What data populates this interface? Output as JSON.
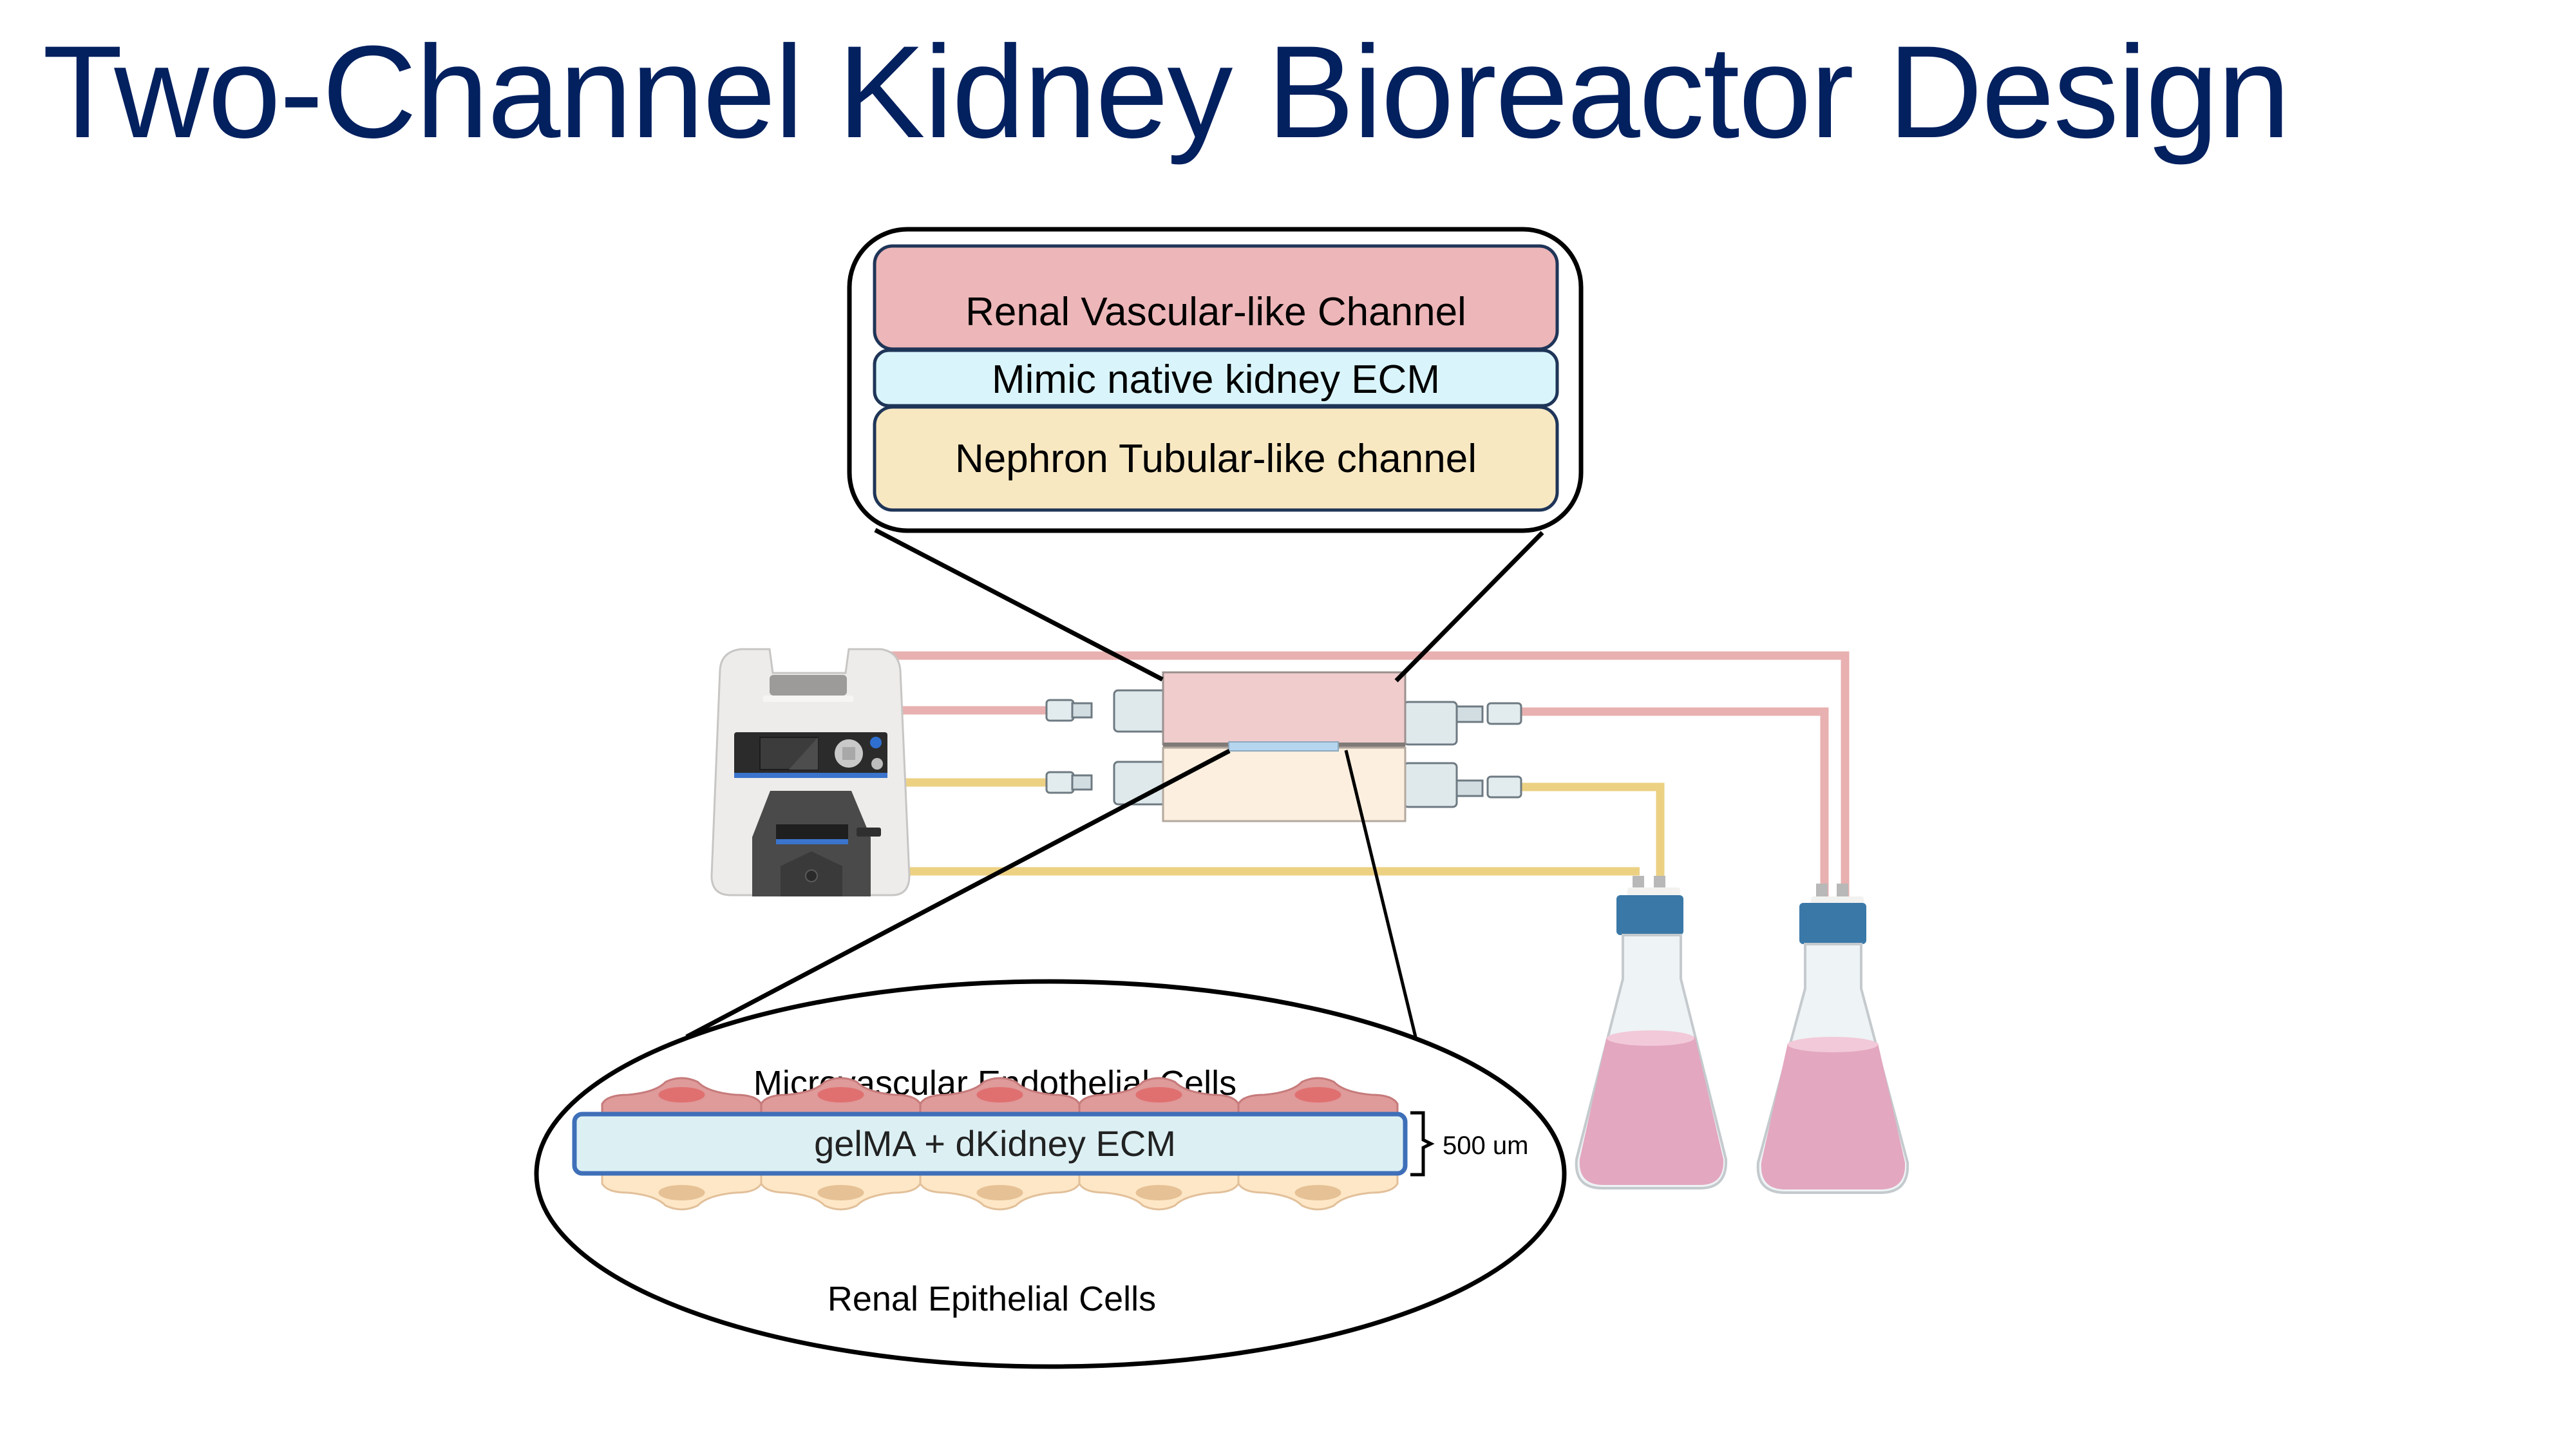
{
  "title": "Two-Channel Kidney Bioreactor Design",
  "colors": {
    "title": "#03205f",
    "vascular_channel": "#edb6b8",
    "ecm_layer": "#d9f5fb",
    "tubular_channel": "#f8e8c2",
    "box_border": "#1f3558",
    "pink_tubing": "#e8b0b0",
    "yellow_tubing": "#ecd183",
    "chip_top": "#f0cccc",
    "chip_bottom": "#fcefdf",
    "membrane": "#b5d6ee",
    "endothelial_cell": "#df9a9a",
    "endothelial_nucleus": "#e07070",
    "epithelial_cell": "#fde7c6",
    "epithelial_nucleus": "#e6c195",
    "gel_fill": "#dcf0f4",
    "gel_border": "#3e6fb8",
    "flask_liquid": "#e3a7bf",
    "flask_cap": "#3a78a8"
  },
  "top_callout": {
    "layers": [
      {
        "label": "Renal Vascular-like Channel"
      },
      {
        "label": "Mimic native kidney ECM"
      },
      {
        "label": "Nephron Tubular-like channel"
      }
    ]
  },
  "equipment": {
    "pump": "peristaltic-pump",
    "chip": "two-channel-bioreactor-chip",
    "reservoirs": [
      "tubular-medium-flask",
      "vascular-medium-flask"
    ]
  },
  "bottom_callout": {
    "top_cells_label": "Microvascular Endothelial Cells",
    "scaffold_label": "gelMA + dKidney ECM",
    "bottom_cells_label": "Renal Epithelial Cells",
    "thickness_label": "500 um",
    "top_cell_count": 5,
    "bottom_cell_count": 5
  }
}
